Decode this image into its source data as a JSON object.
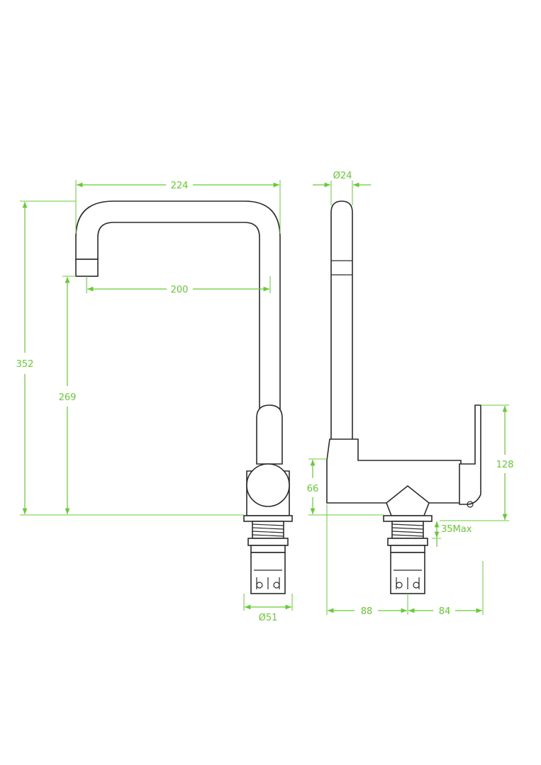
{
  "colors": {
    "dimension": "#66cc33",
    "outline": "#2b2b2b",
    "background": "#ffffff"
  },
  "front_view": {
    "spout_width": "224",
    "spout_reach": "200",
    "overall_height": "352",
    "spout_height": "269",
    "base_diameter": "Ø51"
  },
  "side_view": {
    "spout_diameter": "Ø24",
    "lever_height": "128",
    "body_height": "66",
    "max_deck_thickness": "35Max",
    "rear_offset": "88",
    "front_offset": "84"
  }
}
